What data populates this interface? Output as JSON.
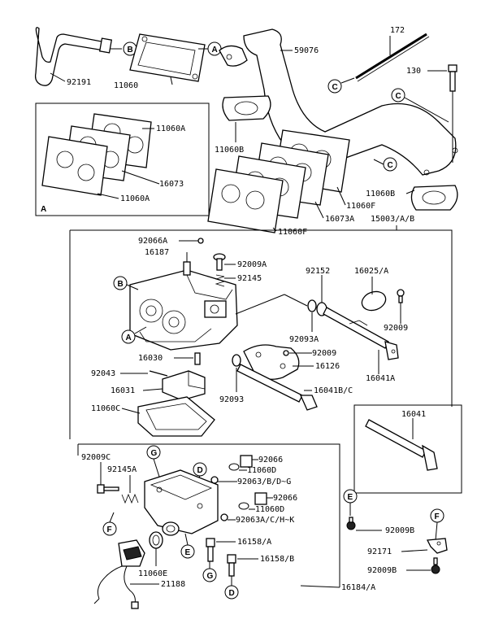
{
  "labels": {
    "l172": "172",
    "l59076": "59076",
    "l130": "130",
    "l92191": "92191",
    "l11060": "11060",
    "l11060A_top": "11060A",
    "l16073": "16073",
    "l11060A_bottom": "11060A",
    "inset_A": "A",
    "l11060B_left": "11060B",
    "l11060B_right": "11060B",
    "l11060F_a": "11060F",
    "l16073A": "16073A",
    "l11060F_b": "11060F",
    "l15003": "15003/A/B",
    "l92066A": "92066A",
    "l16187": "16187",
    "l92009A": "92009A",
    "l92145": "92145",
    "l92152": "92152",
    "l16025A": "16025/A",
    "l92093A": "92093A",
    "l92009_right": "92009",
    "l92009_mid": "92009",
    "l16126": "16126",
    "l16030": "16030",
    "l92043": "92043",
    "l16041A": "16041A",
    "l16031": "16031",
    "l92093": "92093",
    "l16041BC": "16041B/C",
    "l11060C": "11060C",
    "l16041": "16041",
    "l92009C": "92009C",
    "l92145A": "92145A",
    "l92066_a": "92066",
    "l11060D_a": "11060D",
    "l92063B": "92063/B/D~G",
    "l92066_b": "92066",
    "l11060D_b": "11060D",
    "l92063A": "92063A/C/H~K",
    "l92009B_a": "92009B",
    "l16158A": "16158/A",
    "l16158B": "16158/B",
    "l11060E": "11060E",
    "l21188": "21188",
    "l92171": "92171",
    "l92009B_b": "92009B",
    "l16184A": "16184/A"
  },
  "callouts": {
    "B1": "B",
    "A1": "A",
    "C1": "C",
    "C2": "C",
    "C3": "C",
    "B2": "B",
    "A2": "A",
    "G1": "G",
    "D1": "D",
    "F1": "F",
    "E1": "E",
    "G2": "G",
    "D2": "D",
    "E2": "E",
    "F2": "F"
  }
}
